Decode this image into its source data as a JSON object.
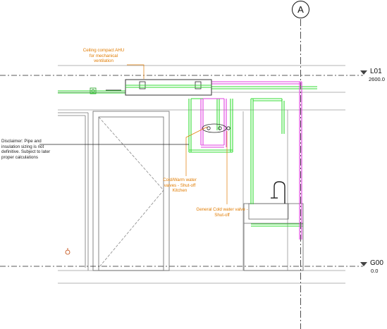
{
  "grid": {
    "label": "A"
  },
  "levels": [
    {
      "name": "L01",
      "elevation": "2600.0"
    },
    {
      "name": "G00",
      "elevation": "0.0"
    }
  ],
  "annotations": {
    "ahu": "Ceiling compact AHU for mechanical ventilation",
    "disclaimer": "Disclaimer: Pipe and insulation sizing is not definitive. Subject to later proper calculations",
    "kitchen_valves": "Cold/Warm water valves - Shut-off Kitchen",
    "general_cold": "General Cold water valve - Shut-off"
  },
  "colors": {
    "cold_water": "#33dd33",
    "warm_water": "#e040e0",
    "annotation": "#e07b00",
    "linework": "#555555"
  }
}
